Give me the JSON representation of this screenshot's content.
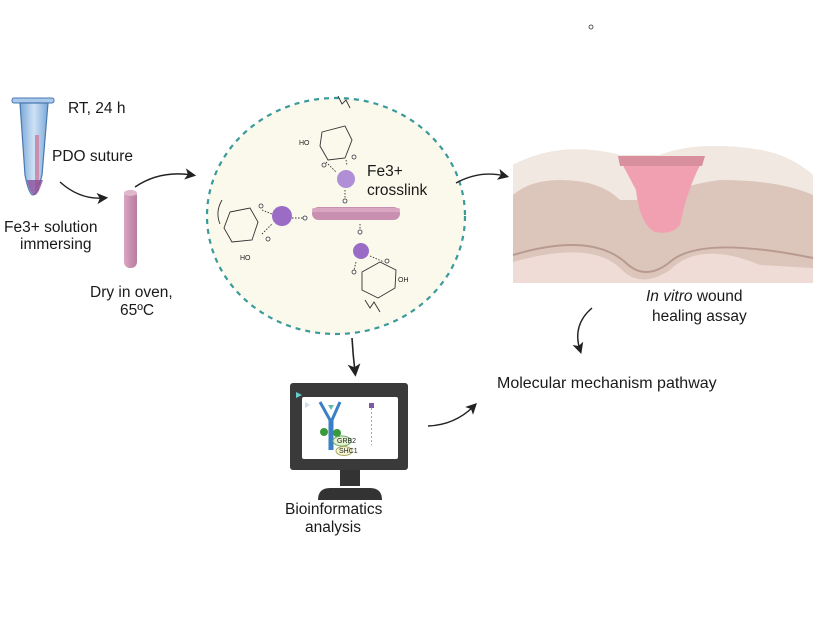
{
  "steps": {
    "tube": {
      "condition": "RT, 24 h",
      "material": "PDO suture",
      "label_line1": "Fe3+ solution",
      "label_line2": "immersing"
    },
    "dry": {
      "label_line1": "Dry in oven,",
      "label_line2": "65ºC"
    },
    "crosslink": {
      "label_line1": "Fe3+",
      "label_line2": "crosslink",
      "chem_ho": "HO",
      "chem_oh": "OH"
    },
    "wound": {
      "label_italic": "In vitro",
      "label_rest": " wound",
      "label_line2": "healing assay"
    },
    "bioinformatics": {
      "label_line1": "Bioinformatics",
      "label_line2": "analysis",
      "screen_labels": [
        "GRB2",
        "SHC1"
      ]
    },
    "pathway": {
      "label": "Molecular mechanism pathway"
    }
  },
  "colors": {
    "circle_border": "#3a9a9a",
    "circle_fill": "#fbf9ec",
    "suture": "#c98fb0",
    "iron": "#a67fc9",
    "wound": "#f0a0b0",
    "monitor": "#3a3a3a"
  }
}
